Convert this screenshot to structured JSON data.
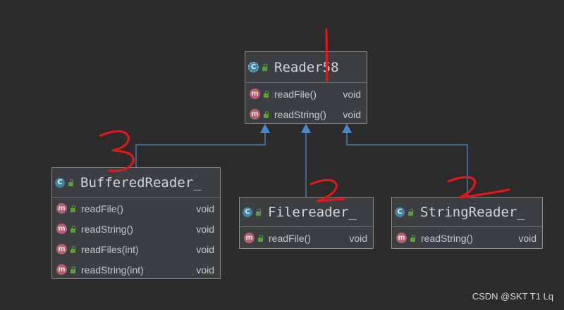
{
  "classes": {
    "reader": {
      "name": "Reader58",
      "icon": "abstract-class-icon",
      "methods": [
        {
          "name": "readFile()",
          "type": "void"
        },
        {
          "name": "readString()",
          "type": "void"
        }
      ]
    },
    "buffered": {
      "name": "BufferedReader_",
      "icon": "class-icon",
      "methods": [
        {
          "name": "readFile()",
          "type": "void"
        },
        {
          "name": "readString()",
          "type": "void"
        },
        {
          "name": "readFiles(int)",
          "type": "void"
        },
        {
          "name": "readString(int)",
          "type": "void"
        }
      ]
    },
    "file": {
      "name": "Filereader_",
      "icon": "class-icon",
      "methods": [
        {
          "name": "readFile()",
          "type": "void"
        }
      ]
    },
    "string": {
      "name": "StringReader_",
      "icon": "class-icon",
      "methods": [
        {
          "name": "readString()",
          "type": "void"
        }
      ]
    }
  },
  "annotations": {
    "reader": "1",
    "buffered": "3",
    "file": "2",
    "string": "2"
  },
  "watermark": "CSDN @SKT T1 Lq",
  "colors": {
    "background": "#2b2b2b",
    "box": "#3c3f41",
    "arrow": "#4a88c7",
    "handwriting": "#e8151b"
  }
}
